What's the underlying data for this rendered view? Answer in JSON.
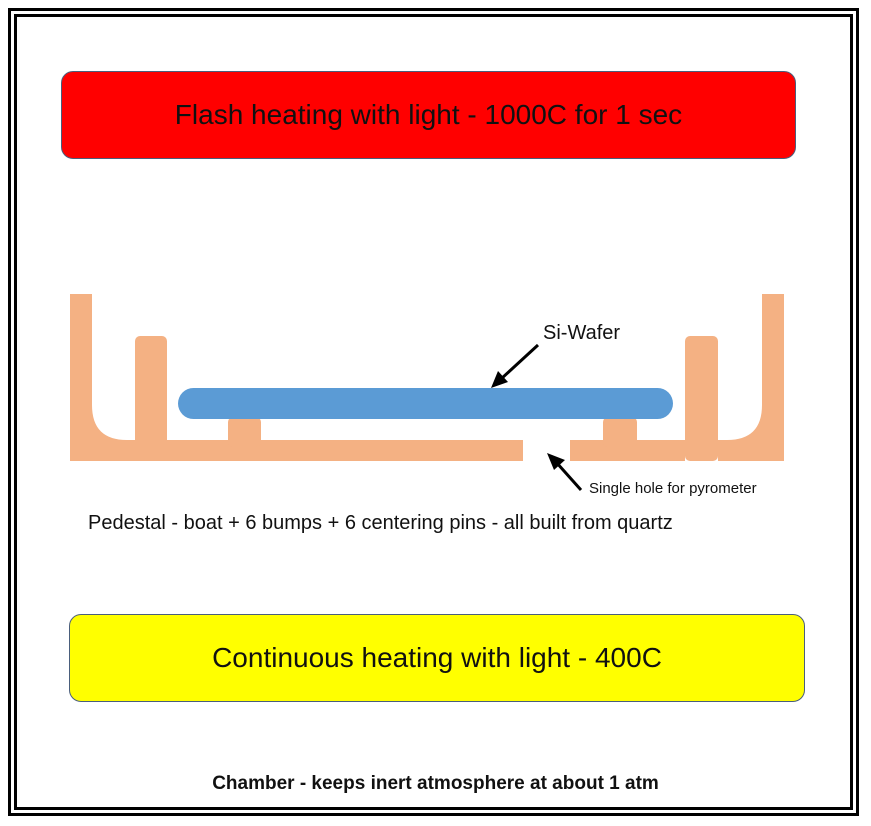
{
  "flash_heater": {
    "label": "Flash heating with light - 1000C for 1 sec",
    "color": "#ff0000"
  },
  "continuous_heater": {
    "label": "Continuous heating with light - 400C",
    "color": "#ffff00"
  },
  "wafer": {
    "label": "Si-Wafer",
    "color": "#5b9bd5"
  },
  "pedestal": {
    "caption": "Pedestal - boat + 6 bumps + 6 centering pins - all built from quartz",
    "color": "#f4b183"
  },
  "pyrometer_hole": {
    "label": "Single hole for pyrometer"
  },
  "chamber": {
    "caption": "Chamber - keeps inert atmosphere at about 1 atm"
  }
}
